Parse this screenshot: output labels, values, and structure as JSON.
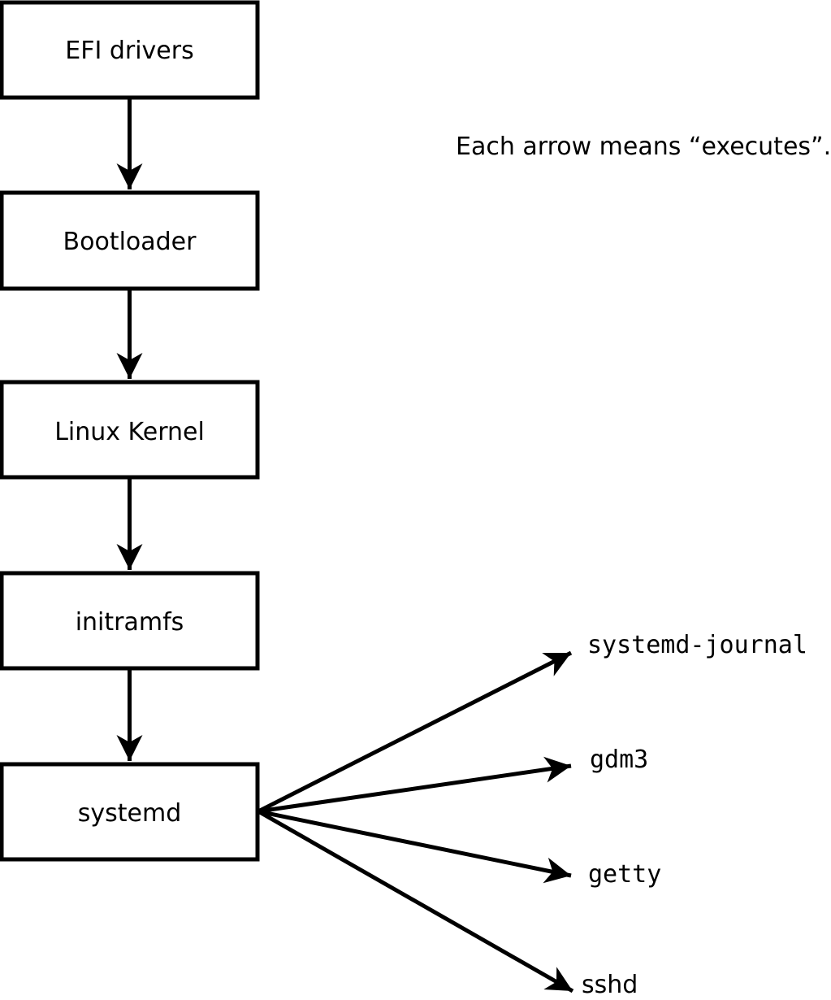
{
  "diagram": {
    "note": "Each arrow means “executes”.",
    "colors": {
      "background": "#ffffff",
      "stroke": "#000000",
      "text": "#000000"
    },
    "chain": [
      {
        "label": "EFI drivers"
      },
      {
        "label": "Bootloader"
      },
      {
        "label": "Linux Kernel"
      },
      {
        "label": "initramfs"
      },
      {
        "label": "systemd"
      }
    ],
    "chain_edges": [
      {
        "from": "EFI drivers",
        "to": "Bootloader",
        "meaning": "executes"
      },
      {
        "from": "Bootloader",
        "to": "Linux Kernel",
        "meaning": "executes"
      },
      {
        "from": "Linux Kernel",
        "to": "initramfs",
        "meaning": "executes"
      },
      {
        "from": "initramfs",
        "to": "systemd",
        "meaning": "executes"
      }
    ],
    "spawned": [
      {
        "label": "systemd-journal"
      },
      {
        "label": "gdm3"
      },
      {
        "label": "getty"
      },
      {
        "label": "sshd"
      }
    ]
  }
}
